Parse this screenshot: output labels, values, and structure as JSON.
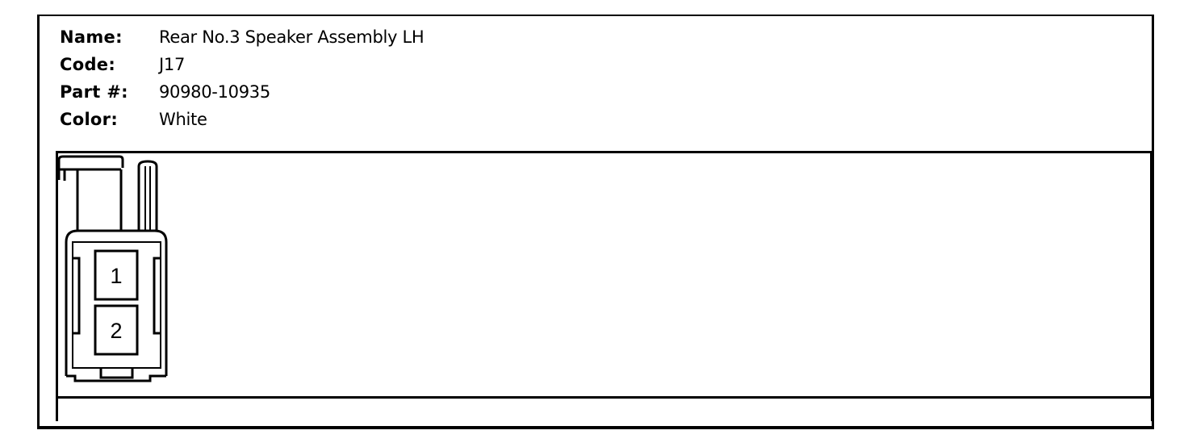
{
  "connector": {
    "name_label": "Name:",
    "name_value": "Rear No.3 Speaker Assembly LH",
    "code_label": "Code:",
    "code_value": "J17",
    "part_label": "Part #:",
    "part_value": "90980-10935",
    "color_label": "Color:",
    "color_value": "White"
  },
  "pins": [
    {
      "number": "1"
    },
    {
      "number": "2"
    }
  ]
}
